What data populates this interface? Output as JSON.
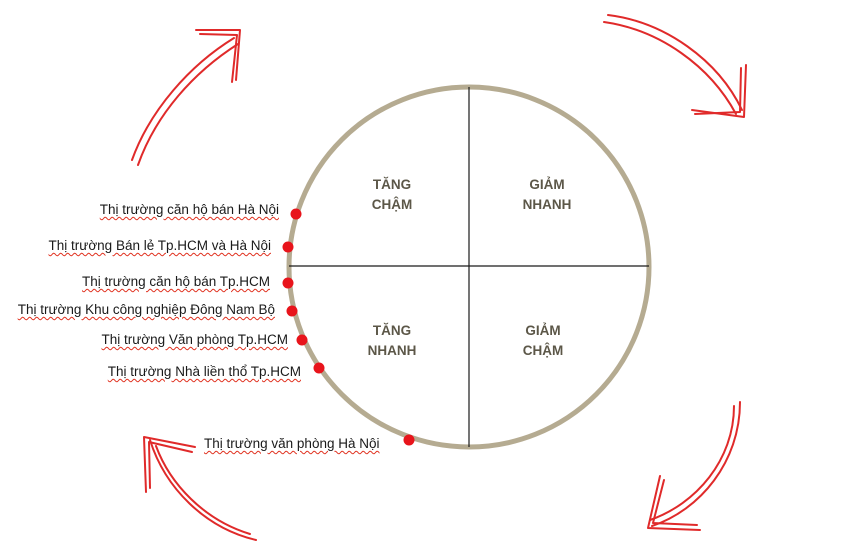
{
  "quadrants": {
    "top_left": [
      "TĂNG",
      "CHẬM"
    ],
    "top_right": [
      "GIẢM",
      "NHANH"
    ],
    "bottom_left": [
      "TĂNG",
      "NHANH"
    ],
    "bottom_right": [
      "GIẢM",
      "CHẬM"
    ]
  },
  "markets": [
    "Thị trường căn hộ bán Hà Nội",
    "Thị trường Bán lẻ Tp.HCM và Hà Nội",
    "Thị trường căn hộ bán Tp.HCM",
    "Thị trường Khu công nghiệp Đông Nam Bộ",
    "Thị trường Văn phòng Tp.HCM",
    "Thị trường Nhà liền thổ Tp.HCM",
    "Thị trường văn phòng Hà Nội"
  ],
  "colors": {
    "circle": "#b5ab91",
    "axis": "#1a1a1a",
    "marker": "#e8141b",
    "arrow": "#e02a2a",
    "quadrant_text": "#5c5748"
  },
  "icons": [
    "curved-arrow-icon",
    "marker-dot-icon"
  ]
}
